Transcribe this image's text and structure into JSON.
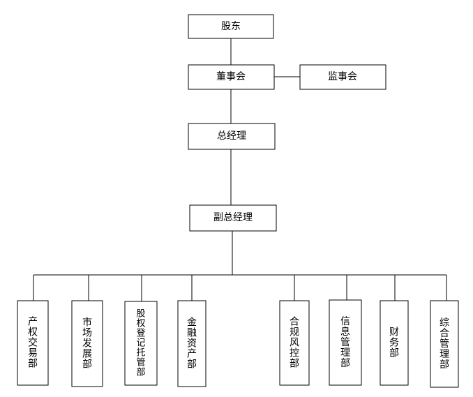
{
  "diagram": {
    "shareholders": "股东",
    "board": "董事会",
    "supervisors": "监事会",
    "general_manager": "总经理",
    "deputy_general_manager": "副总经理",
    "departments": [
      "产权交易部",
      "市场发展部",
      "股权登记托管部",
      "金融资产部",
      "合规风控部",
      "信息管理部",
      "财务部",
      "综合管理部"
    ]
  }
}
